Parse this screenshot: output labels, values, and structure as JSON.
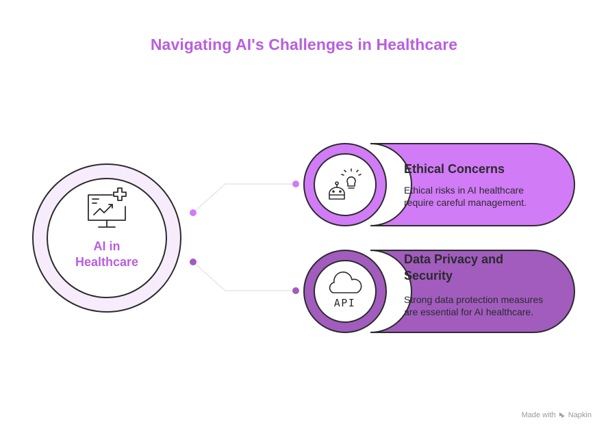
{
  "title": "Navigating AI's Challenges in Healthcare",
  "center": {
    "label_line1": "AI in",
    "label_line2": "Healthcare",
    "icon": "monitor-chart-plus-icon"
  },
  "cards": [
    {
      "title": "Ethical Concerns",
      "description": "Ethical risks in AI healthcare require careful management.",
      "icon": "robot-lightbulb-icon",
      "color": "#d17bf7"
    },
    {
      "title": "Data Privacy and Security",
      "description": "Strong data protection measures are essential for AI healthcare.",
      "icon": "cloud-api-icon",
      "color": "#a15cbe"
    }
  ],
  "cloud_text": "API",
  "credit": {
    "prefix": "Made with",
    "brand": "Napkin"
  },
  "colors": {
    "title": "#b95ee0",
    "center_ring": "#f7ecfb",
    "outline": "#2b2b2b",
    "connector": "#e6e6e6",
    "dot1": "#d17bf7",
    "dot2": "#a15cbe"
  }
}
